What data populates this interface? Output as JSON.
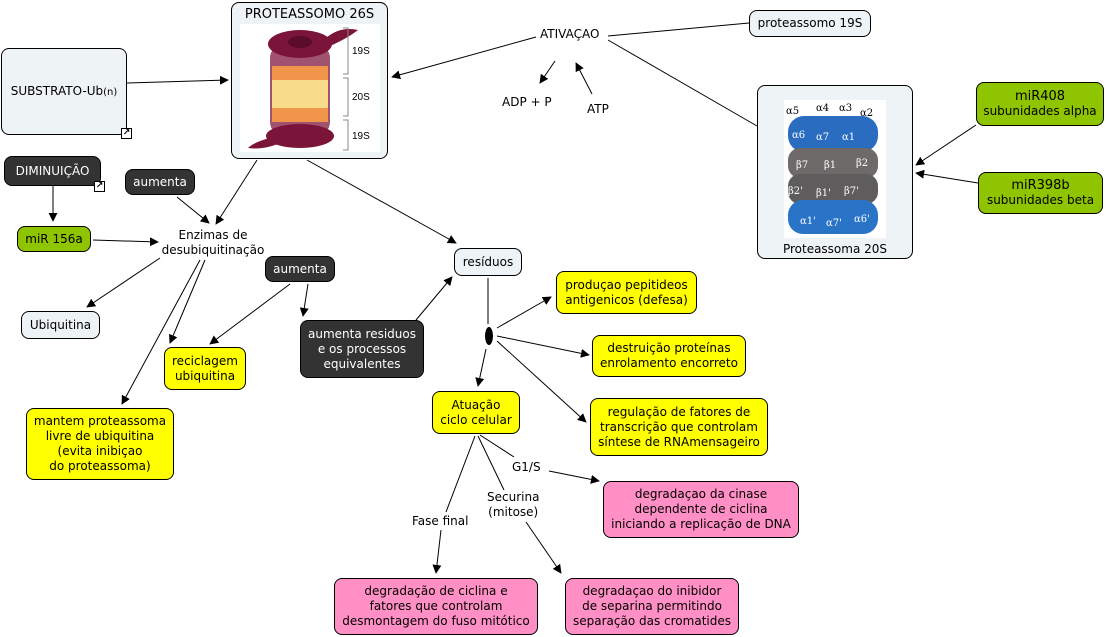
{
  "diagram": {
    "title": "Proteassomo concept map",
    "nodes": {
      "substrato": {
        "label": "SUBSTRATO-Ub",
        "subscript": "(n)"
      },
      "proteassomo26s": {
        "title": "PROTEASSOMO 26S",
        "image_labels": [
          "19S",
          "20S",
          "19S"
        ]
      },
      "ativacao": {
        "label": "ATIVAÇAO"
      },
      "adp": {
        "label": "ADP + P"
      },
      "atp": {
        "label": "ATP"
      },
      "proteassomo19s": {
        "label": "proteassomo 19S"
      },
      "proteassoma20s": {
        "caption": "Proteassoma 20S",
        "subunits_top": [
          "α5",
          "α4",
          "α3",
          "α2"
        ],
        "row1": [
          "α6",
          "α7",
          "α1"
        ],
        "row2": [
          "β7",
          "β1",
          "β2"
        ],
        "row3": [
          "β2'",
          "β1'",
          "β7'"
        ],
        "row4": [
          "α1'",
          "α7'",
          "α6'"
        ]
      },
      "mir408": {
        "lines": [
          "miR408",
          "subunidades alpha"
        ]
      },
      "mir398b": {
        "lines": [
          "miR398b",
          "subunidades beta"
        ]
      },
      "diminuicao": {
        "label": "DIMINUIÇÃO"
      },
      "aumenta1": {
        "label": "aumenta"
      },
      "mir156a": {
        "label": "miR 156a"
      },
      "enzimas": {
        "lines": [
          "Enzimas de",
          "desubiquitinação"
        ]
      },
      "aumenta2": {
        "label": "aumenta"
      },
      "ubiquitina": {
        "label": "Ubiquitina"
      },
      "reciclagem": {
        "lines": [
          "reciclagem",
          "ubiquitina"
        ]
      },
      "aumentaResiduos": {
        "lines": [
          "aumenta residuos",
          "e os processos",
          "equivalentes"
        ]
      },
      "mantem": {
        "lines": [
          "mantem proteassoma",
          "livre de ubiquitina",
          "(evita inibiçao",
          "do proteassoma)"
        ]
      },
      "residuos": {
        "label": "resíduos"
      },
      "producao": {
        "lines": [
          "produçao pepitideos",
          "antigenicos (defesa)"
        ]
      },
      "destruicao": {
        "lines": [
          "destruição proteínas",
          "enrolamento encorreto"
        ]
      },
      "regulacao": {
        "lines": [
          "regulação de fatores de",
          "transcrição que controlam",
          "síntese de RNAmensageiro"
        ]
      },
      "atuacao": {
        "lines": [
          "Atuação",
          "ciclo celular"
        ]
      },
      "g1s": {
        "label": "G1/S"
      },
      "securina": {
        "lines": [
          "Securina",
          "(mitose)"
        ]
      },
      "fasefinal": {
        "label": "Fase final"
      },
      "degCinase": {
        "lines": [
          "degradaçao da cinase",
          "dependente de ciclina",
          "iniciando a replicação de DNA"
        ]
      },
      "degCiclina": {
        "lines": [
          "degradação de ciclina e",
          "fatores que controlam",
          "desmontagem do fuso mitótico"
        ]
      },
      "degInibidor": {
        "lines": [
          "degradaçao do inibidor",
          "de separina permitindo",
          "separação das cromatides"
        ]
      }
    },
    "colors": {
      "light_node": "#eef3f6",
      "dark_node": "#333333",
      "yellow_node": "#ffff00",
      "pink_node": "#ff8fc4",
      "green_node": "#8fc400"
    }
  }
}
